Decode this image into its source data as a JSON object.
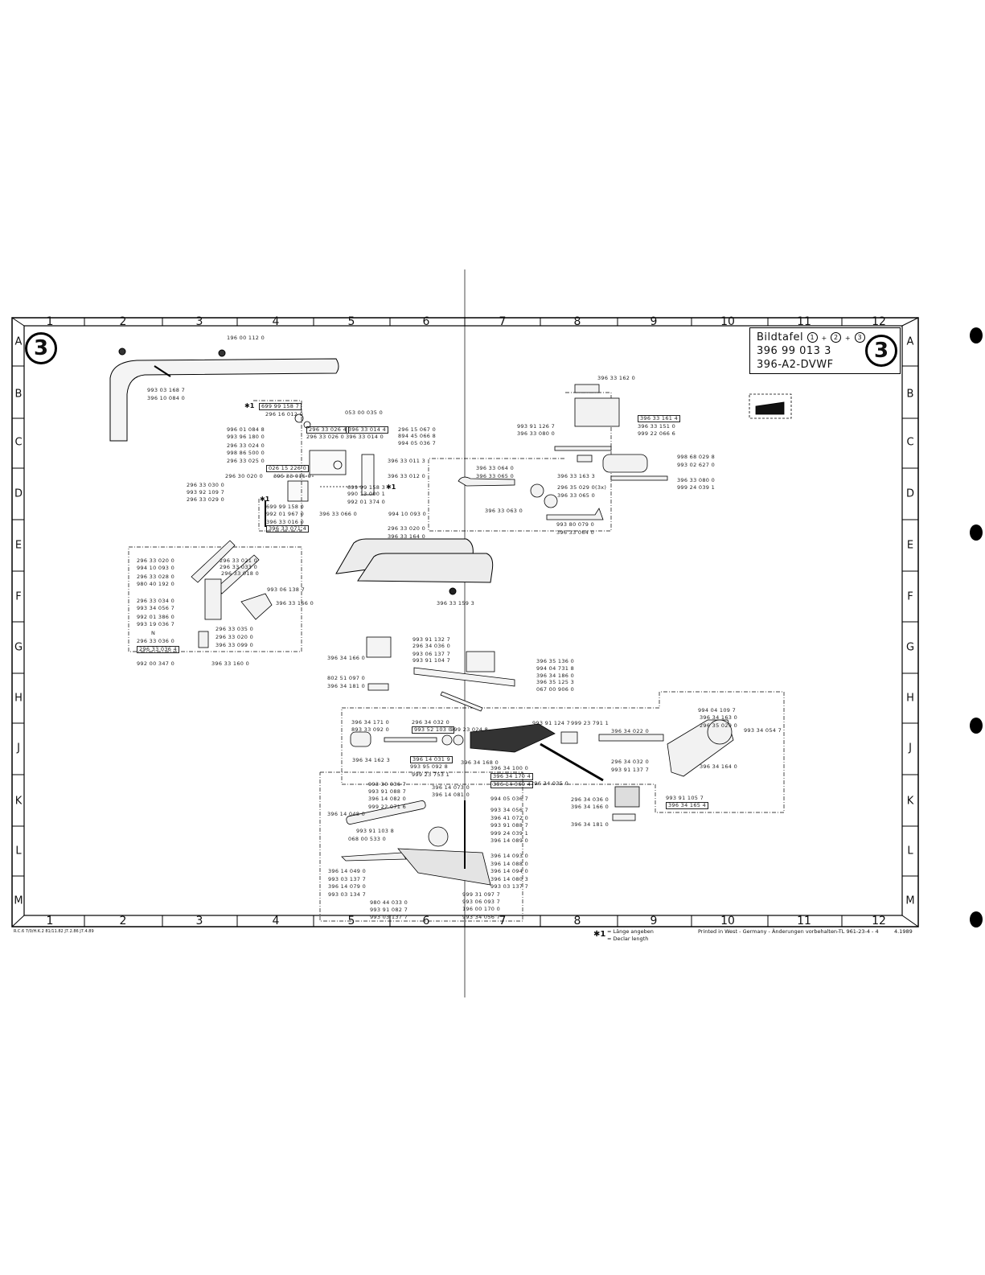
{
  "sheet": {
    "plate_number": "3",
    "title_line1": "Bildtafel",
    "title_refs": [
      "1",
      "2",
      "3"
    ],
    "title_sep": "+",
    "part_number": "396 99 013 3",
    "model": "396-A2-DVWF"
  },
  "grid": {
    "columns": [
      "1",
      "2",
      "3",
      "4",
      "5",
      "6",
      "7",
      "8",
      "9",
      "10",
      "11",
      "12"
    ],
    "rows": [
      "A",
      "B",
      "C",
      "D",
      "E",
      "F",
      "G",
      "H",
      "J",
      "K",
      "L",
      "M"
    ]
  },
  "footnote_marker": "✱1",
  "labels": [
    "196 00 112 0",
    "993 03 168 7",
    "396 10 084 0",
    "699 99 158 7",
    "296 16 012 0",
    "053 00 035 0",
    "296 33 026 4",
    "396 33 014 4",
    "296 33 026 0",
    "396 33 014 0",
    "996 01 084 8",
    "993 96 180 0",
    "296 33 024 0",
    "998 86 500 0",
    "296 33 025 0",
    "296 15 067 0",
    "894 45 066 8",
    "994 05 036 7",
    "396 33 011 3",
    "026 15 226 0",
    "396 33 012 0",
    "296 30 020 0",
    "395 33 015 0",
    "296 33 030 0",
    "993 92 109 7",
    "296 33 029 0",
    "699 99 158 3",
    "990 13 000 1",
    "992 01 374 0",
    "699 99 158 0",
    "992 01 967 0",
    "396 33 016 0",
    "396 33 071 4",
    "396 33 066 0",
    "994 10 093 0",
    "296 33 020 0",
    "396 33 164 0",
    "396 33 159 3",
    "396 33 162 0",
    "993 91 126 7",
    "396 33 080 0",
    "396 33 161 4",
    "396 33 151 0",
    "999 22 066 6",
    "998 68 029 8",
    "993 02 627 0",
    "396 33 064 0",
    "396 33 065 0",
    "396 33 163 3",
    "396 33 080 0",
    "999 24 039 1",
    "296 35 029 0(3x)",
    "396 33 065 0",
    "396 33 063 0",
    "993 80 079 0",
    "396 33 064 0",
    "296 33 020 0",
    "994 10 093 0",
    "296 33 028 0",
    "980 40 192 0",
    "296 33 021 0",
    "296 33 033 0",
    "296 33 018 0",
    "993 06 138 7",
    "396 33 166 0",
    "296 33 034 0",
    "993 34 056 7",
    "992 01 386 0",
    "993 19 036 7",
    "N",
    "296 33 035 0",
    "296 33 020 0",
    "396 33 099 0",
    "296 33 036 0",
    "296 33 036 4",
    "992 00 347 0",
    "396 33 160 0",
    "993 91 132 7",
    "296 34 036 0",
    "993 06 137 7",
    "993 91 104 7",
    "396 34 166 0",
    "396 35 136 0",
    "994 04 731 8",
    "396 34 186 0",
    "396 35 125 3",
    "067 00 906 0",
    "802 51 097 0",
    "396 34 181 0",
    "396 34 171 0",
    "893 33 092 0",
    "296 34 032 0",
    "993 52 103 0",
    "999 23 024 8",
    "396 34 162 3",
    "396 14 031 9",
    "993 95 092 8",
    "999 23 753 1",
    "396 34 168 0",
    "396 34 100 0",
    "396 34 170 4",
    "396 14 069 4",
    "296 34 035 0",
    "993 91 124 7",
    "999 23 791 1",
    "396 34 022 0",
    "296 34 032 0",
    "993 91 137 7",
    "994 04 109 7",
    "396 34 163 0",
    "296 35 029 0",
    "993 34 054 7",
    "396 34 164 0",
    "993 91 105 7",
    "396 34 165 4",
    "296 34 036 0",
    "396 34 166 0",
    "396 34 181 0",
    "993 30 036 7",
    "993 91 088 7",
    "396 14 082 0",
    "999 22 071 6",
    "396 14 073 0",
    "396 14 081 0",
    "396 14 048 0",
    "993 91 103 8",
    "068 00 533 0",
    "994 05 036 7",
    "993 34 056 7",
    "396 41 072 0",
    "993 91 088 7",
    "999 24 039 1",
    "396 14 089 0",
    "396 14 093 0",
    "396 14 088 0",
    "396 14 094 0",
    "396 14 080 3",
    "993 03 137 7",
    "396 14 049 0",
    "993 03 137 7",
    "396 14 079 0",
    "993 03 134 7",
    "999 31 097 7",
    "993 06 093 7",
    "196 00 170 0",
    "980 44 033 0",
    "993 91 082 7",
    "993 03 137 7",
    "993 34 056 7"
  ],
  "footer": {
    "print_codes": "R.C.6 7/0/H.K.2 81/11.82 J7.2.86 J7.4.89",
    "note_de": "= Länge angeben",
    "note_en": "= Declar length",
    "imprint": "Printed in West - Germany - Änderungen vorbehalten-TL 961-23-4 - 4",
    "date": "4.1989"
  }
}
